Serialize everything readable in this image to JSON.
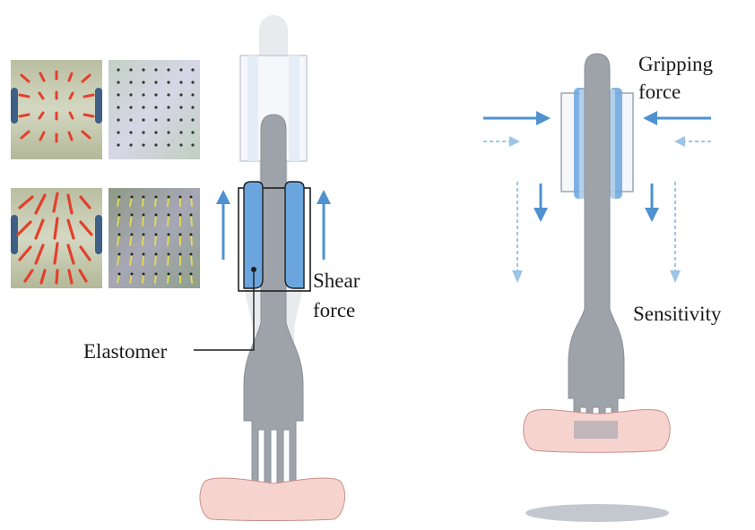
{
  "labels": {
    "elastomer": "Elastomer",
    "shear_line1": "Shear",
    "shear_line2": "force",
    "gripping_line1": "Gripping",
    "gripping_line2": "force",
    "sensitivity": "Sensitivity"
  },
  "colors": {
    "arrow": "#4f92cf",
    "arrow_light": "#9cc5e8",
    "fork": "#9ea3aa",
    "fork_light": "#d7dadf",
    "elastomer": "#6aa6dd",
    "food": "#f6d3cf",
    "shadow": "#c3c8cf"
  },
  "insets": {
    "top_left": "tactile-photo-relaxed",
    "top_right": "marker-dots-relaxed",
    "bottom_left": "tactile-photo-sheared",
    "bottom_right": "marker-dots-sheared"
  }
}
